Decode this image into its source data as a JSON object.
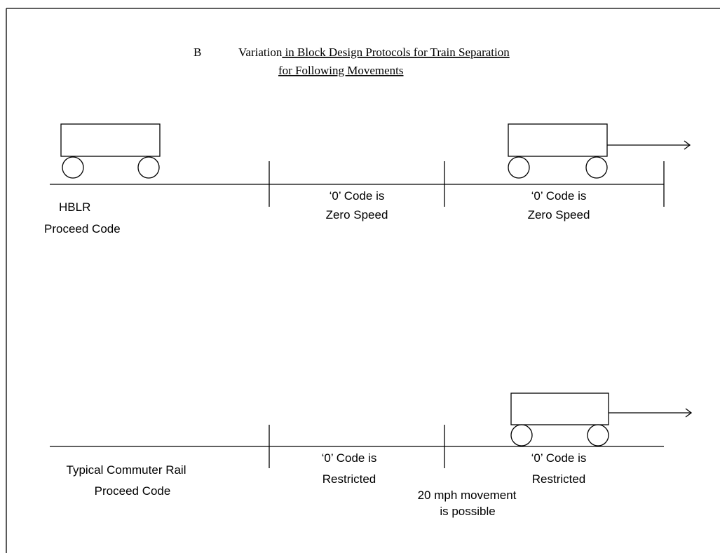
{
  "header": {
    "label": "B",
    "title_plain": "Variation",
    "title_underlined": " in Block Design Protocols for Train Separation",
    "subtitle": "for Following Movements"
  },
  "hblr": {
    "name": "HBLR",
    "sublabel": "Proceed Code",
    "block1": {
      "line1": "‘0’ Code is",
      "line2": "Zero Speed"
    },
    "block2": {
      "line1": "‘0’ Code is",
      "line2": "Zero Speed"
    }
  },
  "commuter": {
    "name": "Typical Commuter Rail",
    "sublabel": "Proceed Code",
    "block1": {
      "line1": "‘0’ Code is",
      "line2": "Restricted"
    },
    "block2": {
      "line1": "‘0’ Code is",
      "line2": "Restricted"
    },
    "note": {
      "line1": "20 mph movement",
      "line2": "is possible"
    }
  }
}
